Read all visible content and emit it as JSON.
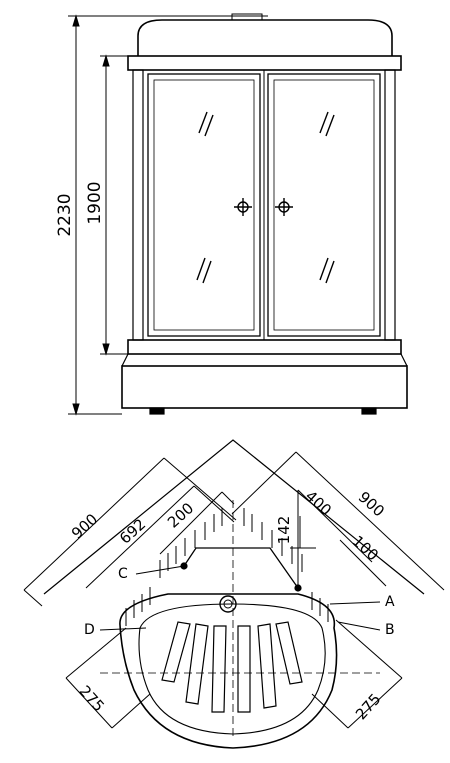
{
  "elevation": {
    "overall_height": "2230",
    "door_height": "1900"
  },
  "plan": {
    "side_left": "900",
    "side_right": "900",
    "depth_left": "692",
    "offset_200": "200",
    "offset_400": "400",
    "offset_142": "142",
    "offset_100": "100",
    "corner_left": "275",
    "corner_right": "275",
    "label_a": "A",
    "label_b": "B",
    "label_c": "C",
    "label_d": "D"
  },
  "colors": {
    "stroke": "#000000",
    "background": "#ffffff"
  }
}
